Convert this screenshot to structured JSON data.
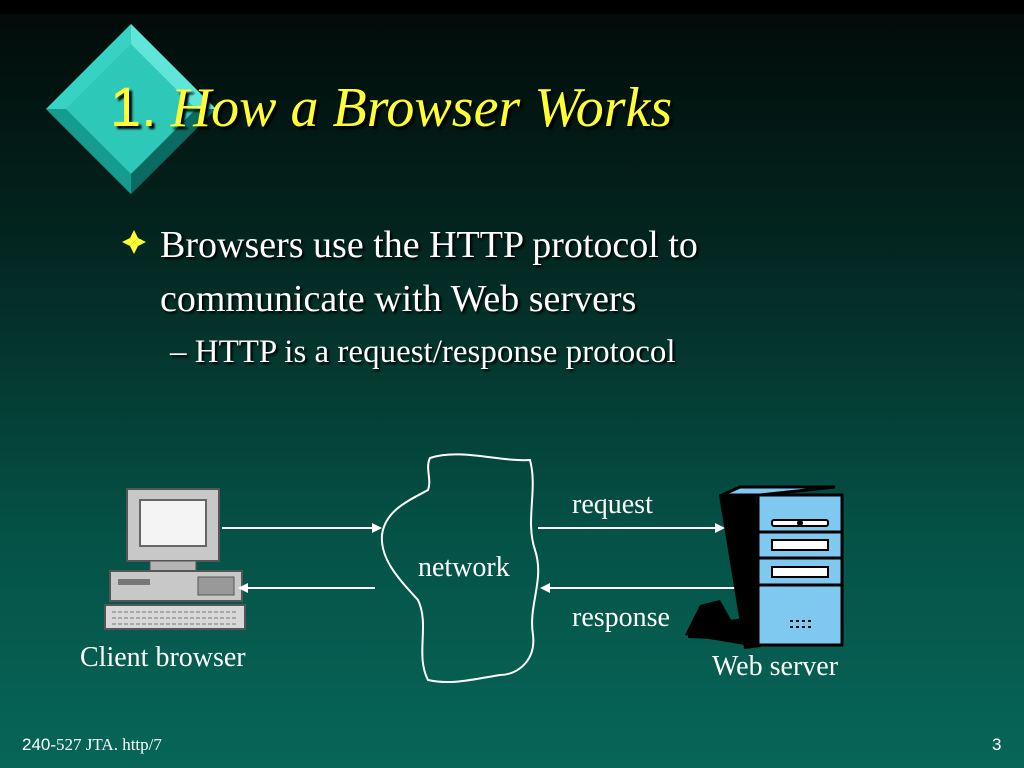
{
  "slide": {
    "title_number": "1.",
    "title_text": "How a Browser Works",
    "bullet": "Browsers use the HTTP protocol to communicate with Web servers",
    "sub_bullet": "– HTTP is a request/response protocol"
  },
  "diagram": {
    "client_label": "Client browser",
    "network_label": "network",
    "request_label": "request",
    "response_label": "response",
    "server_label": "Web server"
  },
  "footer": {
    "left_number": "240",
    "left_text": "-527 JTA. http/7",
    "page_number": "3"
  },
  "colors": {
    "title": "#ffff33",
    "diamond": "#2ec8b8",
    "server_blue": "#7fc8f0"
  }
}
